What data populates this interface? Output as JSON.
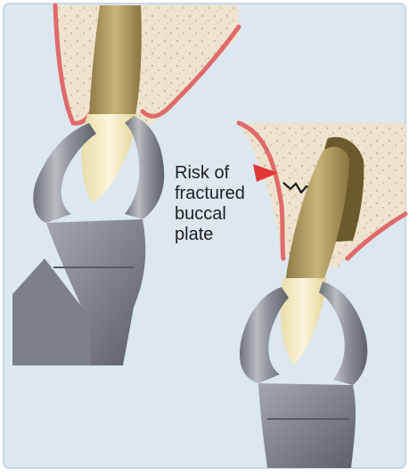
{
  "caption": {
    "lines": [
      "Risk of",
      "fractured",
      "buccal",
      "plate"
    ]
  },
  "colors": {
    "background": "#dce7f0",
    "bone": "#efe3cf",
    "gingiva": "#e06a6a",
    "root": "#b9a468",
    "crown": "#f6edc6",
    "forceps": "#8a8f96",
    "arrow": "#e23636"
  }
}
